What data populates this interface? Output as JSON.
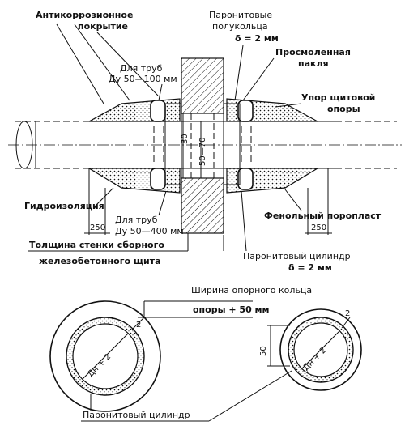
{
  "labels": {
    "anticorrosion": [
      "Антикоррозионное",
      "покрытие"
    ],
    "paronite_halfring": [
      "Паронитовые",
      "полукольца"
    ],
    "delta_top": "δ = 2 мм",
    "tarred_tow": [
      "Просмоленная",
      "пакля"
    ],
    "pipes_small": [
      "Для труб",
      "Ду 50—100 мм"
    ],
    "support_stop": [
      "Упор щитовой",
      "опоры"
    ],
    "waterproofing": "Гидроизоляция",
    "pipes_large": [
      "Для труб",
      "Ду 50—400 мм"
    ],
    "phenolic_foam": "Фенольный поропласт",
    "wall_thickness": [
      "Толщина стенки сборного",
      "железобетонного щита"
    ],
    "paronite_cylinder": [
      "Паронитовый цилиндр",
      "δ = 2 мм"
    ],
    "ring_width": [
      "Ширина опорного кольца",
      "опоры + 50 мм"
    ],
    "paronite_cylinder_bottom": "Паронитовый цилиндр"
  },
  "dimensions": {
    "d30": "30",
    "d50_70": "50—70",
    "d250_left": "250",
    "d250_right": "250",
    "d50": "50",
    "dn_left": "Дн + 2",
    "dn_right": "Дн + 2",
    "two_a": "2",
    "two_b": "2"
  }
}
